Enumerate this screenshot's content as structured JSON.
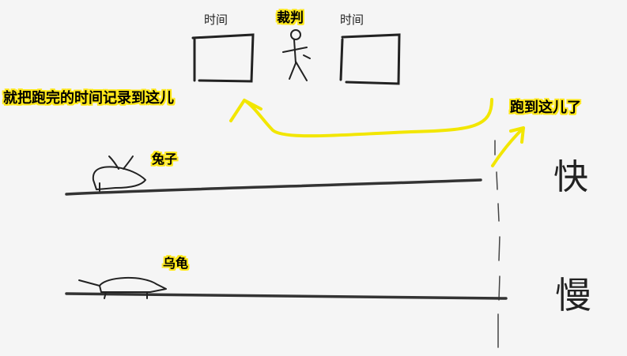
{
  "referee": {
    "title": "裁判",
    "left_box_label": "时间",
    "right_box_label": "时间"
  },
  "annotations": {
    "record_time": "就把跑完的时间记录到这儿",
    "reached_here": "跑到这儿了"
  },
  "lanes": {
    "rabbit_label": "兔子",
    "turtle_label": "乌龟",
    "fast_label": "快",
    "slow_label": "慢"
  },
  "colors": {
    "highlight": "#ffe81a",
    "arrow": "#f2e600",
    "ink": "#222222"
  }
}
